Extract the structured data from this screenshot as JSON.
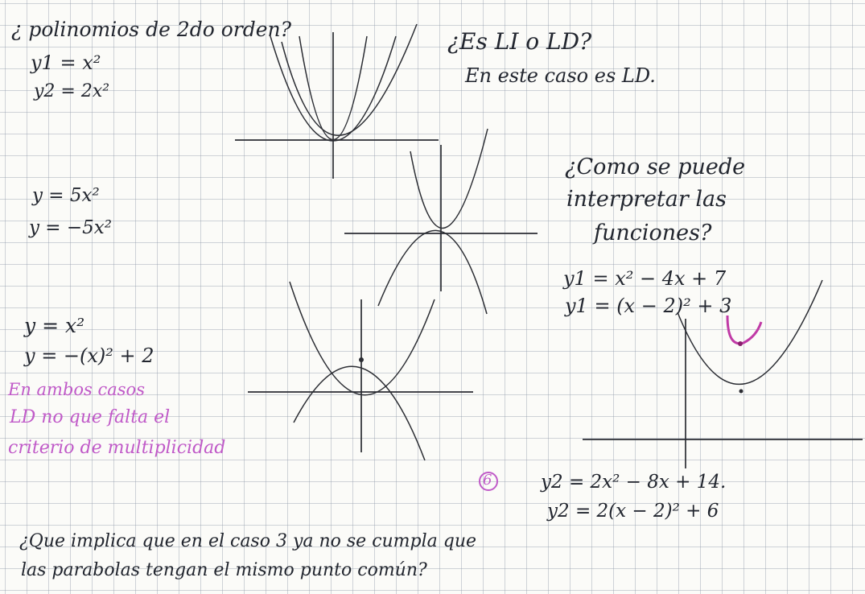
{
  "notes": {
    "heading": "¿ polinomios de 2do orden?",
    "question_li_ld": "¿Es LI o LD?",
    "answer_ld": "En este caso es LD.",
    "pair1_y1": "y1 = x²",
    "pair1_y2": "y2 = 2x²",
    "pair2_a": "y = 5x²",
    "pair2_b": "y = −5x²",
    "pair3_a": "y = x²",
    "pair3_b": "y = −(x)² + 2",
    "pink_note_line1": "En ambos casos",
    "pink_note_line2": "LD no que falta el",
    "pink_note_line3": "criterio de multiplicidad",
    "question_interpret_line1": "¿Como se puede",
    "question_interpret_line2": "interpretar las",
    "question_interpret_line3": "funciones?",
    "eq_y1_expanded": "y1 = x² − 4x + 7",
    "eq_y1_vertex": "y1 = (x − 2)² + 3",
    "circled_label": "6",
    "eq_y2_expanded": "y2 = 2x² − 8x + 14.",
    "eq_y2_vertex": "y2 = 2(x − 2)² + 6",
    "final_question_line1": "¿Que implica que en el caso 3 ya no se cumpla que",
    "final_question_line2": "las parabolas tengan el mismo punto común?"
  },
  "colors": {
    "ink": "#22262f",
    "pink_ink": "#c05ac8",
    "grid": "#96a0af",
    "paper": "#fbfbf8"
  }
}
